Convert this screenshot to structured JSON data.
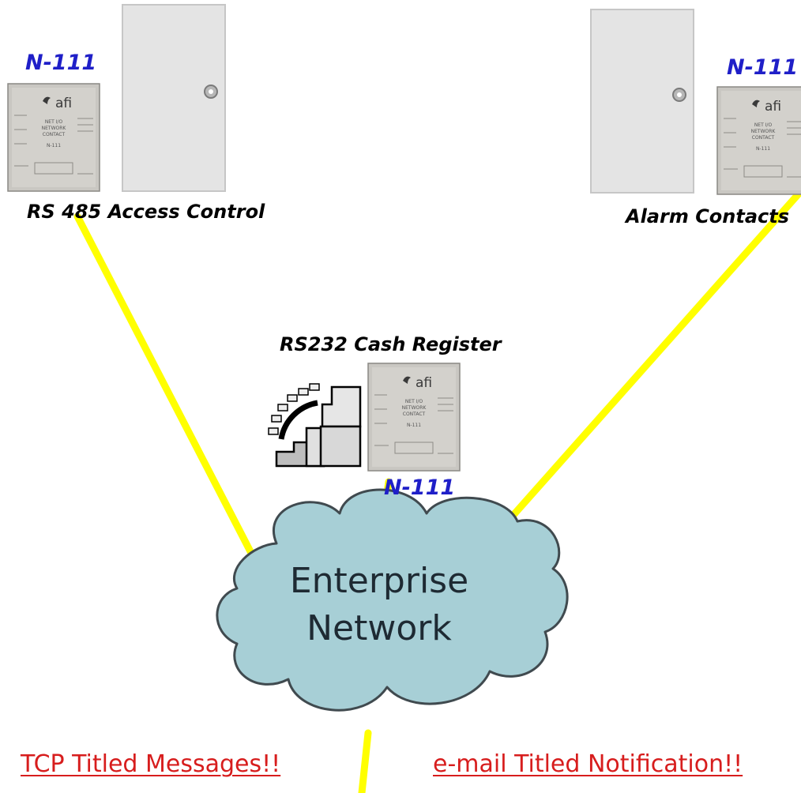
{
  "devices": [
    {
      "model": "N-111",
      "caption": "RS 485 Access Control"
    },
    {
      "model": "N-111",
      "caption": "Alarm Contacts"
    },
    {
      "model": "N-111",
      "caption": "RS232 Cash Register"
    }
  ],
  "device_plate": {
    "brand": "afi",
    "lines": [
      "NET I/O",
      "NETWORK",
      "CONTACT"
    ],
    "model_print": "N-111"
  },
  "network": {
    "line1": "Enterprise",
    "line2": "Network"
  },
  "outputs": {
    "tcp": "TCP Titled Messages!!",
    "email": "e-mail Titled Notification!!"
  },
  "colors": {
    "link": "#ffff00",
    "cloud_fill": "#a7cfd6",
    "cloud_stroke": "#404a4f",
    "model_text": "#1f1fc8",
    "notice_text": "#d71d1d",
    "door": "#e4e4e4",
    "plate": "#c9c7c2"
  }
}
